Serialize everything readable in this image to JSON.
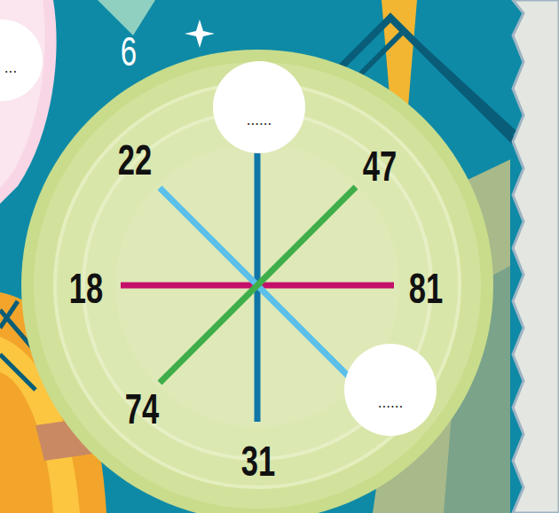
{
  "diagram": {
    "nodes": [
      {
        "text": [
          "..."
        ]
      },
      {
        "text": [
          "......"
        ]
      },
      {
        "text": [
          "......"
        ]
      }
    ],
    "labels": [
      "6",
      "22",
      "47",
      "18",
      "81",
      "74",
      "31"
    ]
  }
}
